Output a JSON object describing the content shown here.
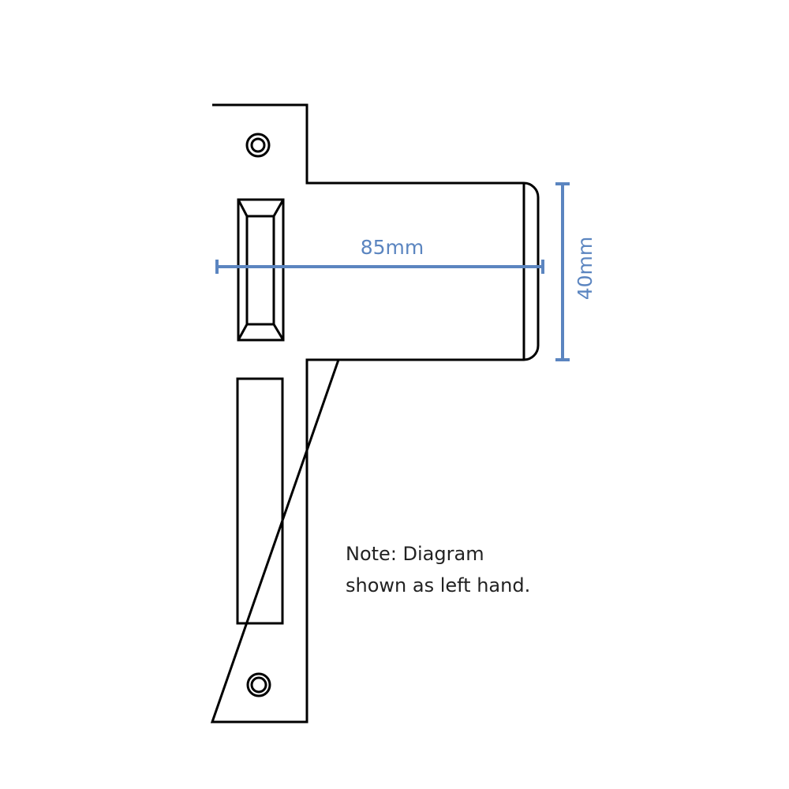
{
  "diagram": {
    "width_label": "85mm",
    "height_label": "40mm",
    "note": "Note: Diagram shown as left hand."
  },
  "colors": {
    "outline": "#000000",
    "dimension": "#5b85c0",
    "note_text": "#222222"
  }
}
